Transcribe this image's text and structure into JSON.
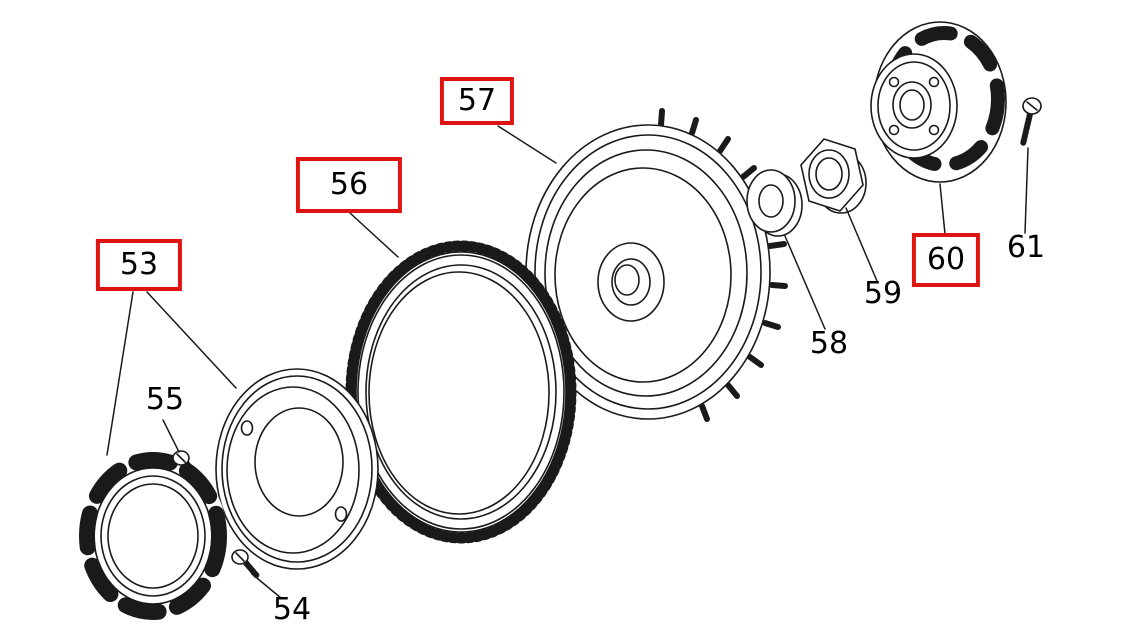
{
  "diagram": {
    "background_color": "#ffffff",
    "line_color": "#1a1a1a",
    "highlight_box_color": "#dd1512",
    "labels": [
      {
        "id": "53",
        "highlighted": true
      },
      {
        "id": "54",
        "highlighted": false
      },
      {
        "id": "55",
        "highlighted": false
      },
      {
        "id": "56",
        "highlighted": true
      },
      {
        "id": "57",
        "highlighted": true
      },
      {
        "id": "58",
        "highlighted": false
      },
      {
        "id": "59",
        "highlighted": false
      },
      {
        "id": "60",
        "highlighted": true
      },
      {
        "id": "61",
        "highlighted": false
      }
    ]
  }
}
